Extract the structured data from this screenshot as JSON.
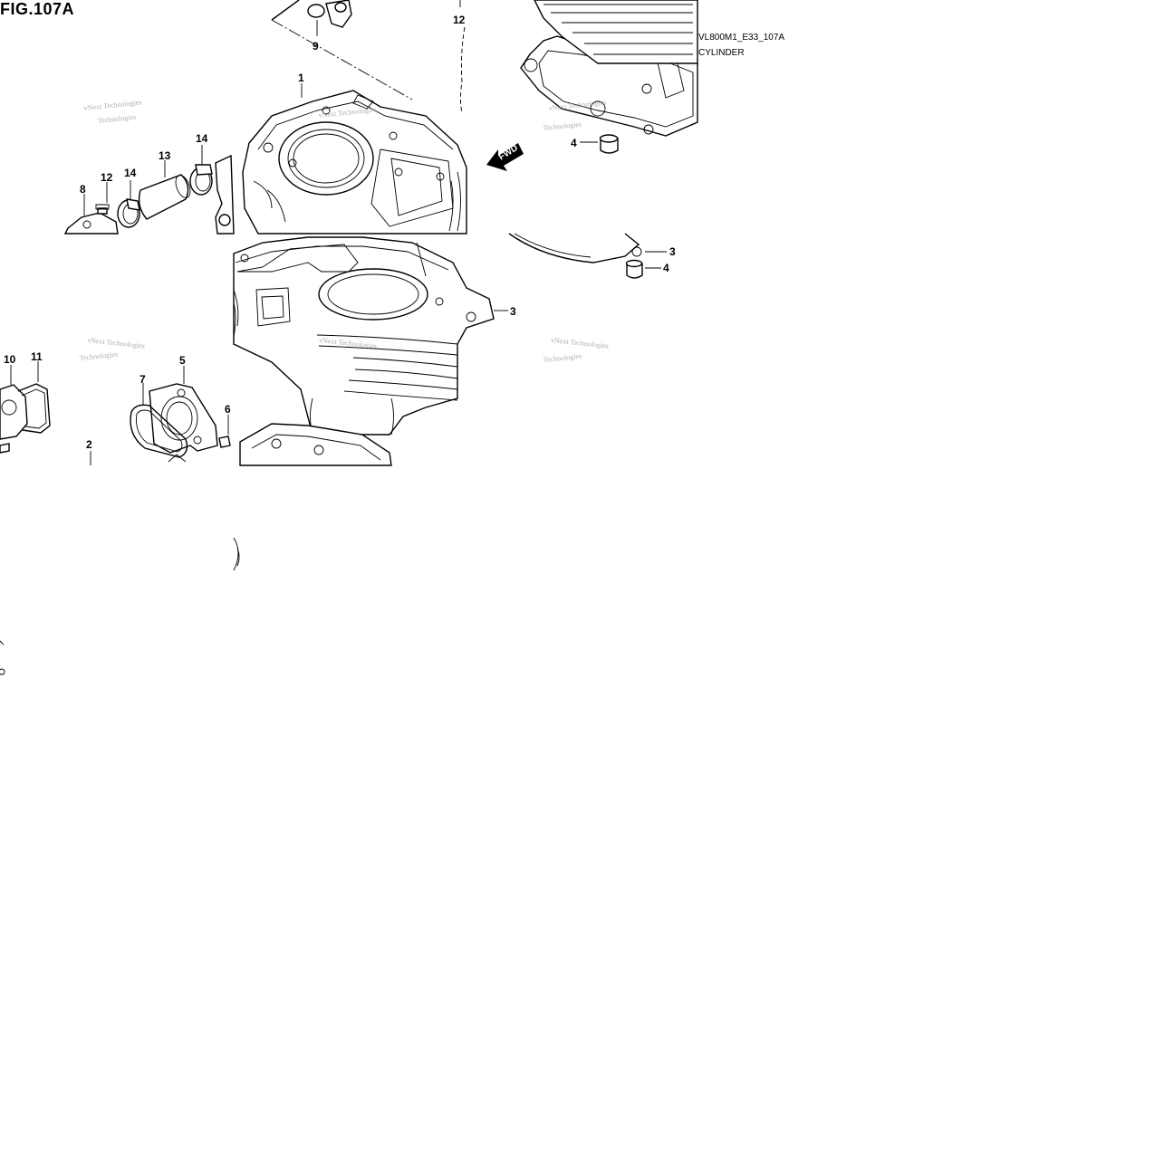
{
  "figure": {
    "title": "FIG.107A",
    "model_code": "VL800M1_E33_107A",
    "group_name": "CYLINDER"
  },
  "watermark": {
    "line1": "vNext Technologies",
    "line2": "Technologies"
  },
  "fwd_label": "FWD",
  "callouts": [
    {
      "id": "c9",
      "label": "9"
    },
    {
      "id": "c12a",
      "label": "12"
    },
    {
      "id": "c1",
      "label": "1"
    },
    {
      "id": "c14a",
      "label": "14"
    },
    {
      "id": "c13",
      "label": "13"
    },
    {
      "id": "c8",
      "label": "8"
    },
    {
      "id": "c12b",
      "label": "12"
    },
    {
      "id": "c14b",
      "label": "14"
    },
    {
      "id": "c4a",
      "label": "4"
    },
    {
      "id": "c3a",
      "label": "3"
    },
    {
      "id": "c4b",
      "label": "4"
    },
    {
      "id": "c3b",
      "label": "3"
    },
    {
      "id": "c10",
      "label": "10"
    },
    {
      "id": "c11",
      "label": "11"
    },
    {
      "id": "c5",
      "label": "5"
    },
    {
      "id": "c7",
      "label": "7"
    },
    {
      "id": "c6",
      "label": "6"
    },
    {
      "id": "c2",
      "label": "2"
    }
  ]
}
